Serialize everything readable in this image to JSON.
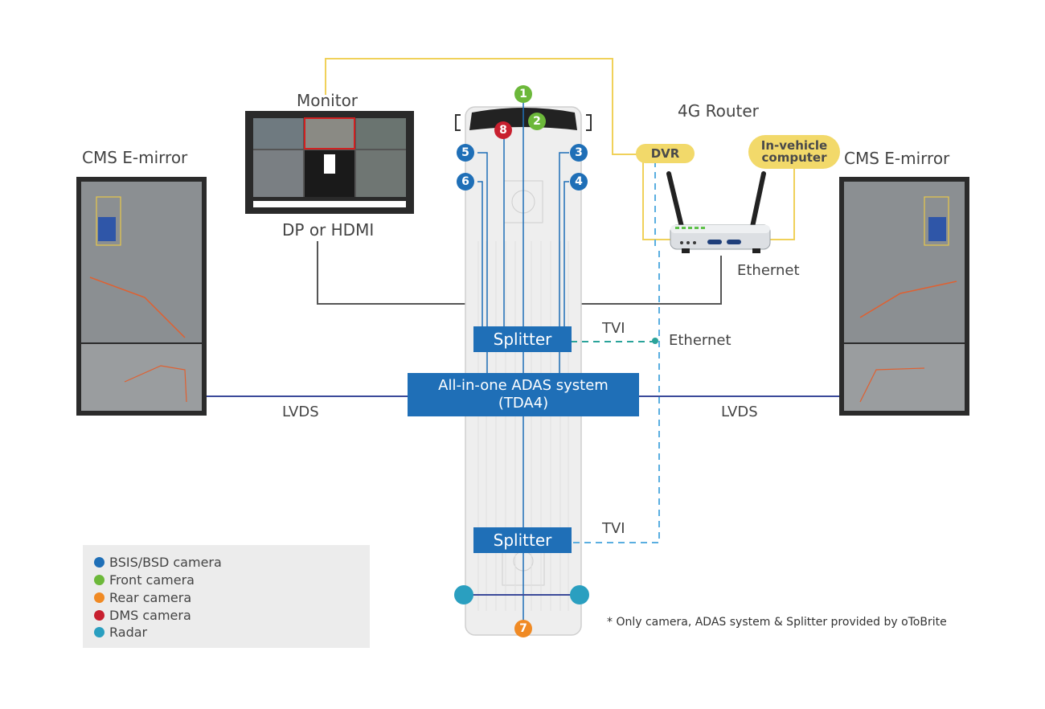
{
  "labels": {
    "monitor": "Monitor",
    "router": "4G Router",
    "cms_left": "CMS E-mirror",
    "cms_right": "CMS E-mirror",
    "dp_hdmi": "DP or HDMI",
    "ethernet_router": "Ethernet",
    "ethernet_mid": "Ethernet",
    "tvi_top": "TVI",
    "tvi_bottom": "TVI",
    "lvds_left": "LVDS",
    "lvds_right": "LVDS"
  },
  "pills": {
    "dvr": "DVR",
    "computer_line1": "In-vehicle",
    "computer_line2": "computer"
  },
  "boxes": {
    "splitter_top": "Splitter",
    "splitter_bottom": "Splitter",
    "adas_line1": "All-in-one ADAS system",
    "adas_line2": "(TDA4)"
  },
  "badges": {
    "b1": "1",
    "b2": "2",
    "b3": "3",
    "b4": "4",
    "b5": "5",
    "b6": "6",
    "b7": "7",
    "b8": "8"
  },
  "legend": {
    "items": [
      {
        "label": "BSIS/BSD camera",
        "color": "#1f6fb7"
      },
      {
        "label": "Front camera",
        "color": "#6cb83a"
      },
      {
        "label": "Rear camera",
        "color": "#f08a24"
      },
      {
        "label": "DMS camera",
        "color": "#c8202f"
      },
      {
        "label": "Radar",
        "color": "#2a9fc0"
      }
    ]
  },
  "note": "* Only camera, ADAS system & Splitter provided by oToBrite",
  "colors": {
    "blue": "#1f6fb7",
    "green": "#6cb83a",
    "orange": "#f08a24",
    "red": "#c8202f",
    "radar": "#2a9fc0",
    "yellow_line": "#f0d15a",
    "lvds_line": "#3b4a9a",
    "dashed_line": "#5aaee0",
    "teal_dashed": "#2aa39a"
  }
}
